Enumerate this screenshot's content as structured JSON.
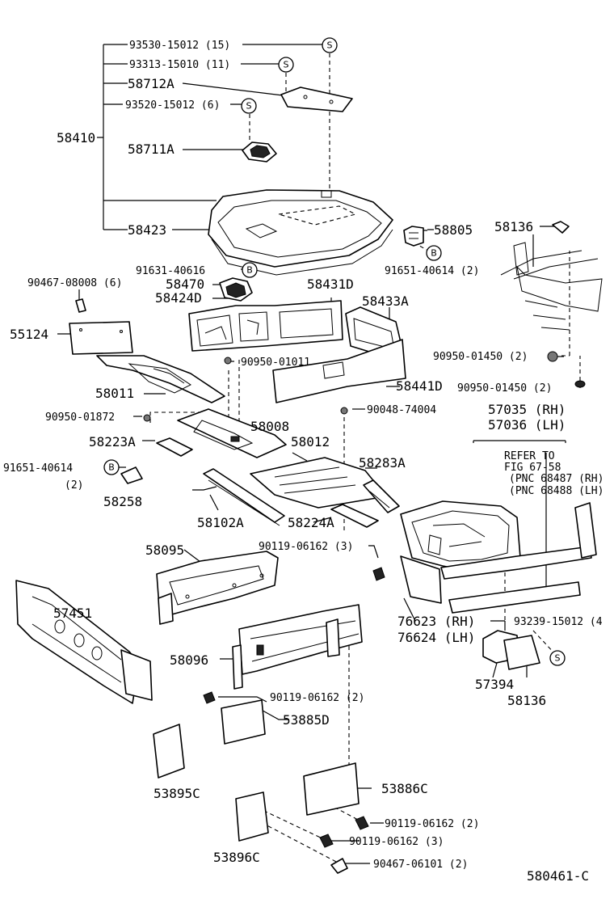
{
  "figure_code": "580461-C",
  "callouts": [
    {
      "id": "c93530",
      "text": "93530-15012 (15)"
    },
    {
      "id": "c93313",
      "text": "93313-15010 (11)"
    },
    {
      "id": "c58712A",
      "text": "58712A"
    },
    {
      "id": "c93520",
      "text": "93520-15012 (6)"
    },
    {
      "id": "c58410",
      "text": "58410"
    },
    {
      "id": "c58711A",
      "text": "58711A"
    },
    {
      "id": "c58423",
      "text": "58423"
    },
    {
      "id": "c58805",
      "text": "58805"
    },
    {
      "id": "c58136a",
      "text": "58136"
    },
    {
      "id": "c91651a",
      "text": "91651-40614 (2)"
    },
    {
      "id": "c91631",
      "text": "91631-40616"
    },
    {
      "id": "c90467a",
      "text": "90467-08008 (6)"
    },
    {
      "id": "c58470",
      "text": "58470"
    },
    {
      "id": "c58431D",
      "text": "58431D"
    },
    {
      "id": "c58424D",
      "text": "58424D"
    },
    {
      "id": "c58433A",
      "text": "58433A"
    },
    {
      "id": "c55124",
      "text": "55124"
    },
    {
      "id": "c90950a",
      "text": "90950-01450 (2)"
    },
    {
      "id": "c90950b",
      "text": "90950-01011"
    },
    {
      "id": "c90950c",
      "text": "90950-01450 (2)"
    },
    {
      "id": "c58441D",
      "text": "58441D"
    },
    {
      "id": "c58011",
      "text": "58011"
    },
    {
      "id": "c90048",
      "text": "90048-74004"
    },
    {
      "id": "c57035",
      "text": "57035 (RH)"
    },
    {
      "id": "c90950d",
      "text": "90950-01872"
    },
    {
      "id": "c57036",
      "text": "57036 (LH)"
    },
    {
      "id": "c58008",
      "text": "58008"
    },
    {
      "id": "c58223A",
      "text": "58223A"
    },
    {
      "id": "c58012",
      "text": "58012"
    },
    {
      "id": "cRefer1",
      "text": "REFER TO"
    },
    {
      "id": "cRefer2",
      "text": "FIG 67-58"
    },
    {
      "id": "cPnc1",
      "text": "(PNC 68487 (RH)"
    },
    {
      "id": "cPnc2",
      "text": "(PNC 68488 (LH)"
    },
    {
      "id": "c58283A",
      "text": "58283A"
    },
    {
      "id": "c91651b",
      "text": "91651-40614"
    },
    {
      "id": "c91651bq",
      "text": "(2)"
    },
    {
      "id": "c58258",
      "text": "58258"
    },
    {
      "id": "c58102A",
      "text": "58102A"
    },
    {
      "id": "c58224A",
      "text": "58224A"
    },
    {
      "id": "c90119a",
      "text": "90119-06162 (3)"
    },
    {
      "id": "c58095",
      "text": "58095"
    },
    {
      "id": "c57451",
      "text": "57451"
    },
    {
      "id": "c76623",
      "text": "76623 (RH)"
    },
    {
      "id": "c93239",
      "text": "93239-15012 (4"
    },
    {
      "id": "c76624",
      "text": "76624 (LH)"
    },
    {
      "id": "c58096",
      "text": "58096"
    },
    {
      "id": "c57394",
      "text": "57394"
    },
    {
      "id": "c58136b",
      "text": "58136"
    },
    {
      "id": "c90119b",
      "text": "90119-06162 (2)"
    },
    {
      "id": "c53885D",
      "text": "53885D"
    },
    {
      "id": "c53895C",
      "text": "53895C"
    },
    {
      "id": "c53886C",
      "text": "53886C"
    },
    {
      "id": "c90119c",
      "text": "90119-06162 (2)"
    },
    {
      "id": "c53896C",
      "text": "53896C"
    },
    {
      "id": "c90119d",
      "text": "90119-06162 (3)"
    },
    {
      "id": "c90467b",
      "text": "90467-06101 (2)"
    }
  ],
  "markers": [
    {
      "id": "m1",
      "symbol": "S"
    },
    {
      "id": "m2",
      "symbol": "S"
    },
    {
      "id": "m3",
      "symbol": "S"
    },
    {
      "id": "m4",
      "symbol": "B"
    },
    {
      "id": "m5",
      "symbol": "B"
    },
    {
      "id": "m6",
      "symbol": "B"
    },
    {
      "id": "m7",
      "symbol": "S"
    }
  ]
}
